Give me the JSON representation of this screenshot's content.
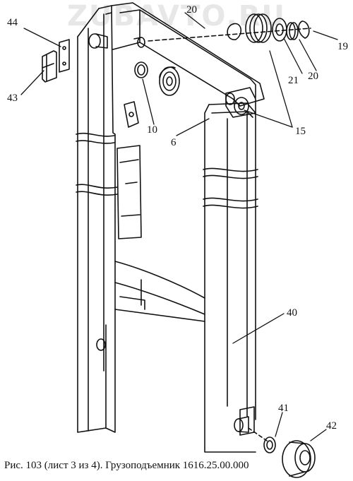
{
  "watermark": "ZUBAVTO.RU",
  "caption": "Рис. 103 (лист 3 из 4). Грузоподъемник 1616.25.00.000",
  "callouts": {
    "c44": "44",
    "c43": "43",
    "c20a": "20",
    "c19": "19",
    "c21": "21",
    "c20b": "20",
    "c10": "10",
    "c6": "6",
    "c15": "15",
    "c40": "40",
    "c41": "41",
    "c42": "42"
  }
}
